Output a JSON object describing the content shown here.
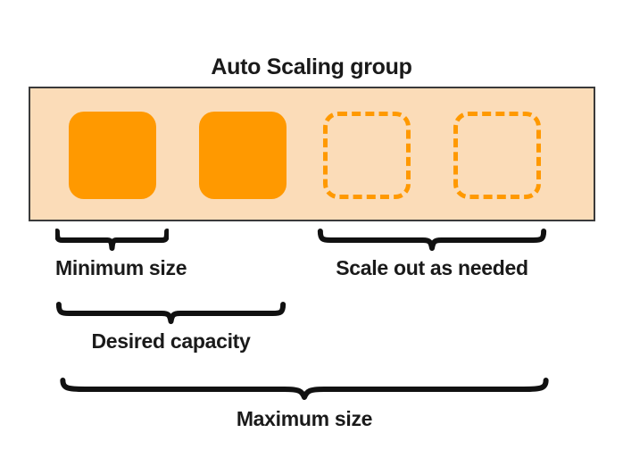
{
  "diagram": {
    "title": "Auto Scaling group",
    "type": "aws-auto-scaling-group",
    "colors": {
      "instance_fill": "#FF9900",
      "instance_dashed_border": "#FF9900",
      "group_background": "#FBDCB8",
      "group_border": "#3A3A3A",
      "text": "#1A1A1A",
      "page_background": "#FFFFFF"
    },
    "group": {
      "instances": [
        {
          "id": "instance-1",
          "state": "running",
          "style": "solid"
        },
        {
          "id": "instance-2",
          "state": "running",
          "style": "solid"
        },
        {
          "id": "instance-3",
          "state": "potential",
          "style": "dashed"
        },
        {
          "id": "instance-4",
          "state": "potential",
          "style": "dashed"
        }
      ]
    },
    "annotations": [
      {
        "key": "minimum_size",
        "label": "Minimum size",
        "spans_instances": 2,
        "row": 1
      },
      {
        "key": "scale_out",
        "label": "Scale out as needed",
        "spans_instances": 2,
        "row": 1
      },
      {
        "key": "desired_capacity",
        "label": "Desired capacity",
        "spans_instances": 2,
        "row": 2
      },
      {
        "key": "maximum_size",
        "label": "Maximum size",
        "spans_instances": 4,
        "row": 3
      }
    ]
  }
}
